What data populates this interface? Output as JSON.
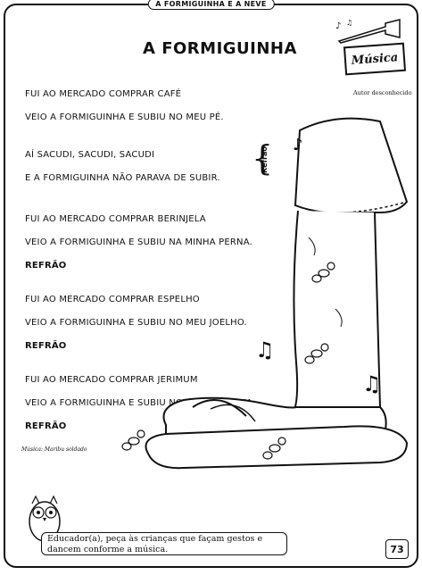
{
  "header": {
    "tab_label": "A FORMIGUINHA E A NEVE"
  },
  "song": {
    "title": "A FORMIGUINHA",
    "badge": "Música",
    "author": "Autor desconhecido",
    "refrain_side_label": "Refrão",
    "lines": [
      "FUI AO MERCADO COMPRAR CAFÉ",
      "VEIO A FORMIGUINHA E SUBIU NO MEU PÉ.",
      "AÍ SACUDI, SACUDI, SACUDI",
      "E A FORMIGUINHA NÃO PARAVA DE SUBIR.",
      "FUI AO MERCADO COMPRAR BERINJELA",
      "VEIO A FORMIGUINHA E SUBIU NA MINHA PERNA.",
      "REFRÃO",
      "FUI AO MERCADO COMPRAR ESPELHO",
      "VEIO A FORMIGUINHA E SUBIU NO MEU JOELHO.",
      "REFRÃO",
      "FUI AO MERCADO COMPRAR JERIMUM",
      "VEIO A FORMIGUINHA E SUBIU NO MEU BUMBUM.",
      "REFRÃO"
    ]
  },
  "footer": {
    "credit": "Música: Maribu soldado",
    "teacher_note": "Educador(a), peça às crianças que façam gestos e dancem conforme a música.",
    "page_number": "73"
  },
  "icons": {
    "trumpet": "trumpet-icon",
    "notes": "music-note-icon",
    "owl": "owl-icon",
    "leg": "leg-illustration",
    "ants": "ant-illustration"
  },
  "colors": {
    "ink": "#111111",
    "paper": "#ffffff"
  }
}
